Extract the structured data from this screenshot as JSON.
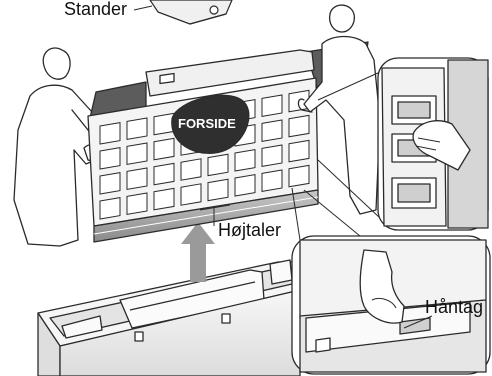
{
  "labels": {
    "stander": "Stander",
    "forside": "FORSIDE",
    "hojtaler": "Højtaler",
    "hantag": "Håntag"
  },
  "colors": {
    "line": "#2b2b2b",
    "panel_dark": "#5c5c5c",
    "panel_light": "#ededed",
    "grid_frame": "#f4f4f4",
    "arrow": "#9a9a9a",
    "skin": "#ffffff",
    "box": "#f2f2f2",
    "label_blob": "#2f2f2f"
  },
  "icons": [
    "up-arrow-icon"
  ]
}
